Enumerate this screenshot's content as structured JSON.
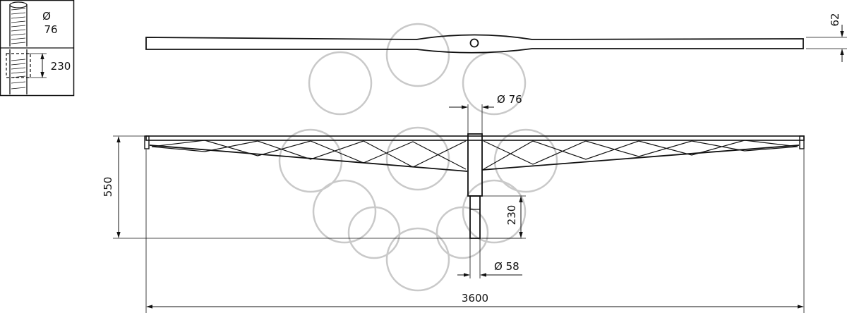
{
  "inset": {
    "diameter_symbol": "Ø",
    "diameter_value": "76",
    "insertion_depth": "230"
  },
  "dimensions": {
    "arm_thickness": "62",
    "mast_diameter": "Ø 76",
    "spigot_diameter": "Ø 58",
    "spigot_length": "230",
    "height": "550",
    "overall_length": "3600"
  },
  "colors": {
    "line": "#111111",
    "watermark": "#c9c9c9",
    "background": "#ffffff"
  }
}
